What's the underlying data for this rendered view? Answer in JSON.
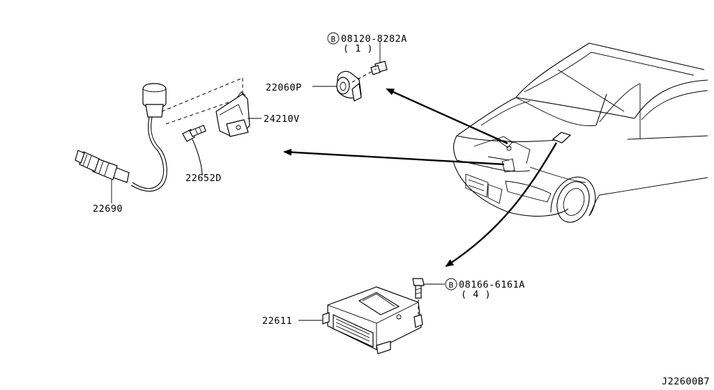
{
  "diagram_id": "J22600B7",
  "callouts": {
    "bolt_top_code": "08120-8282A",
    "bolt_top_qty": "( 1 )",
    "bolt_top_prefix": "B",
    "sensor_knock": "22060P",
    "bracket": "24210V",
    "bolt_bracket": "22652D",
    "o2_sensor": "22690",
    "ecu": "22611",
    "bolt_ecu_code": "08166-6161A",
    "bolt_ecu_qty": "( 4 )",
    "bolt_ecu_prefix": "B"
  }
}
